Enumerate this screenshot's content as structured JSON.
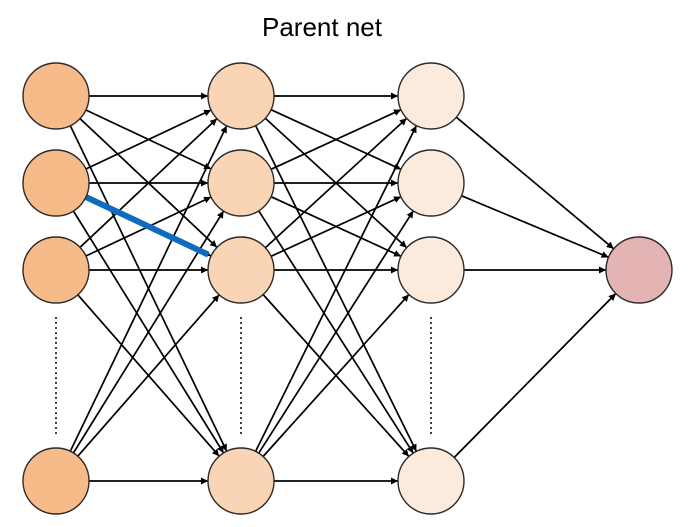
{
  "title": "Parent net",
  "colors": {
    "layer1": "#f7bb8a",
    "layer2": "#f9d4b5",
    "layer3": "#fcebdc",
    "output": "#e4b4b4",
    "node_stroke": "#2b2b2b",
    "edge": "#000000",
    "highlight_edge": "#0e6bbf"
  },
  "network": {
    "layers": [
      {
        "name": "layer-1",
        "visible_nodes": 4,
        "has_ellipsis": true
      },
      {
        "name": "layer-2",
        "visible_nodes": 4,
        "has_ellipsis": true
      },
      {
        "name": "layer-3",
        "visible_nodes": 4,
        "has_ellipsis": true
      },
      {
        "name": "output-layer",
        "visible_nodes": 1,
        "has_ellipsis": false
      }
    ],
    "highlighted_connection": {
      "from_layer": 1,
      "from_node": 2,
      "to_layer": 2,
      "to_node": 3
    }
  }
}
